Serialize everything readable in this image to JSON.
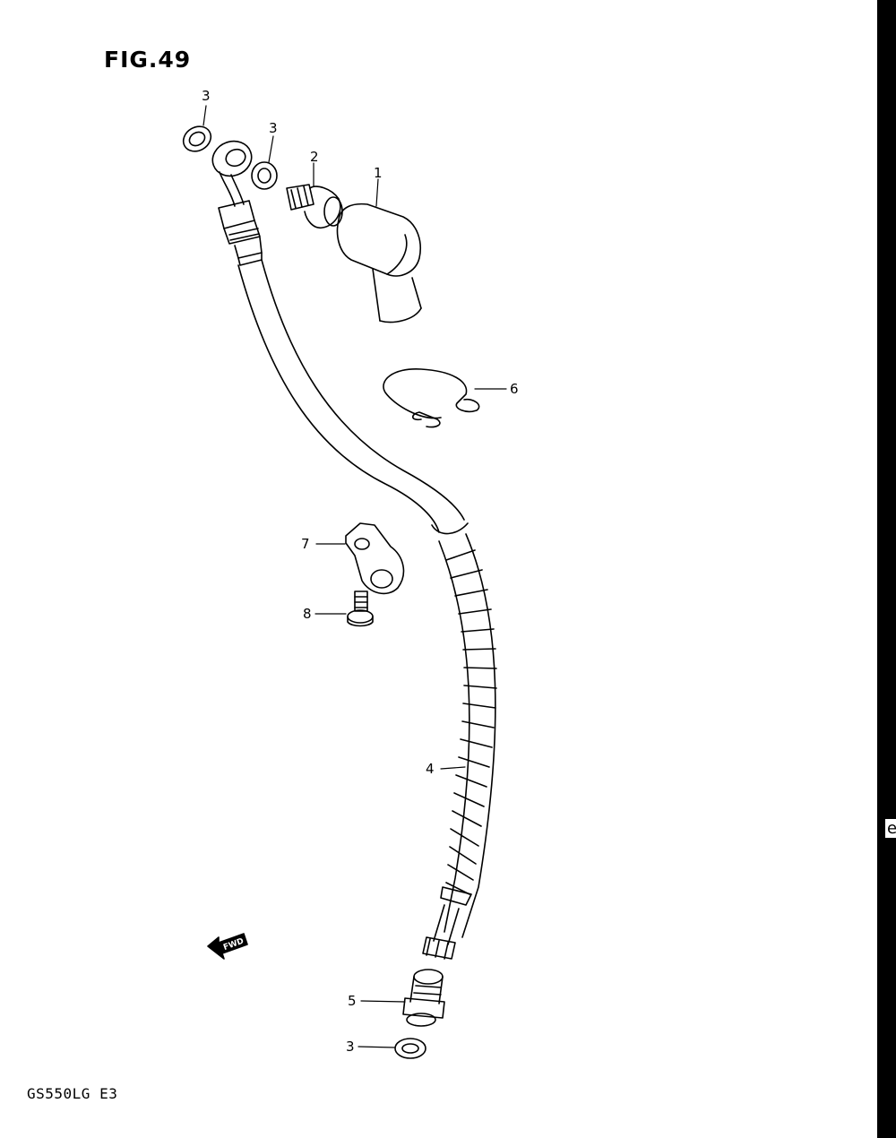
{
  "figure": {
    "title": "FIG.49",
    "model_code": "GS550LG E3"
  },
  "edge_text": "e",
  "callouts": [
    {
      "number": "1",
      "part": "brake-hose-cover"
    },
    {
      "number": "2",
      "part": "union-bolt"
    },
    {
      "number": "3",
      "part": "gasket-washer"
    },
    {
      "number": "3",
      "part": "gasket-washer"
    },
    {
      "number": "3",
      "part": "gasket-washer"
    },
    {
      "number": "4",
      "part": "brake-hose"
    },
    {
      "number": "5",
      "part": "hose-union-nut"
    },
    {
      "number": "6",
      "part": "hose-clamp-wire"
    },
    {
      "number": "7",
      "part": "hose-guide-bracket"
    },
    {
      "number": "8",
      "part": "bracket-bolt"
    }
  ],
  "fwd_label": "FWD"
}
